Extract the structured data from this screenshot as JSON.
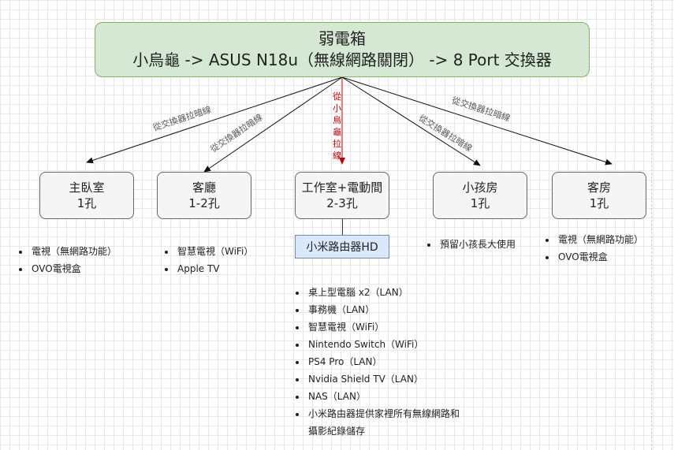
{
  "source": {
    "title": "弱電箱",
    "chain": "小烏龜 -> ASUS N18u（無線網路關閉） -> 8 Port 交換器"
  },
  "edges": [
    {
      "label": "從交換器拉暗線"
    },
    {
      "label": "從交換器拉暗線"
    },
    {
      "label": "從小烏龜拉線",
      "chars": [
        "從",
        "小",
        "烏",
        "龜",
        "拉",
        "線"
      ]
    },
    {
      "label": "從交換器拉暗線"
    },
    {
      "label": "從交換器拉暗線"
    }
  ],
  "rooms": [
    {
      "name": "主臥室",
      "ports": "1孔",
      "items": [
        "電視（無網路功能）",
        "OVO電視盒"
      ]
    },
    {
      "name": "客廳",
      "ports": "1-2孔",
      "items": [
        "智慧電視（WiFi）",
        "Apple TV"
      ]
    },
    {
      "name": "工作室+電動間",
      "ports": "2-3孔",
      "items": []
    },
    {
      "name": "小孩房",
      "ports": "1孔",
      "items": [
        "預留小孩長大使用"
      ]
    },
    {
      "name": "客房",
      "ports": "1孔",
      "items": [
        "電視（無網路功能）",
        "OVO電視盒"
      ]
    }
  ],
  "router": {
    "label": "小米路由器HD",
    "items": [
      "桌上型電腦 x2（LAN）",
      "事務機（LAN）",
      "智慧電視（WiFi）",
      "Nintendo Switch（WiFi）",
      "PS4 Pro（LAN）",
      "Nvidia Shield TV（LAN）",
      "NAS（LAN）",
      "小米路由器提供家裡所有無線網路和攝影紀錄儲存"
    ]
  },
  "colors": {
    "source_fill": "#d5e8d4",
    "source_stroke": "#82b366",
    "room_fill": "#f5f5f5",
    "room_stroke": "#666666",
    "router_fill": "#dae8fc",
    "router_stroke": "#6c8ebf",
    "highlight_edge": "#c00000"
  }
}
